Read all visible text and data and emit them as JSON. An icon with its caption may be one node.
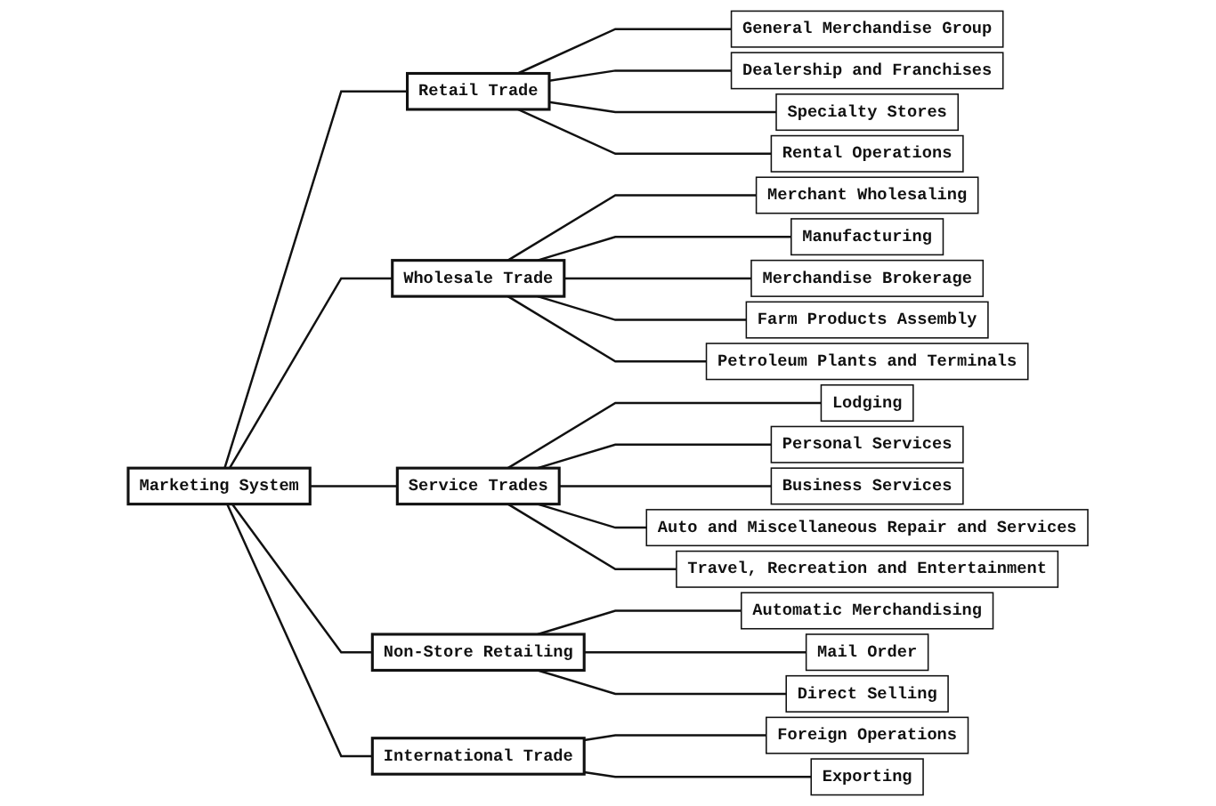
{
  "diagram": {
    "nodes": [
      {
        "text": [
          "Marketing System"
        ]
      },
      {
        "text": [
          "Retail Trade"
        ]
      },
      {
        "text": [
          "General Merchandise Group"
        ]
      },
      {
        "text": [
          "Dealership and Franchises"
        ]
      },
      {
        "text": [
          "Specialty Stores"
        ]
      },
      {
        "text": [
          "Rental Operations"
        ]
      },
      {
        "text": [
          "Wholesale Trade"
        ]
      },
      {
        "text": [
          "Merchant Wholesaling"
        ]
      },
      {
        "text": [
          "Manufacturing"
        ]
      },
      {
        "text": [
          "Merchandise Brokerage"
        ]
      },
      {
        "text": [
          "Farm Products Assembly"
        ]
      },
      {
        "text": [
          "Petroleum Plants and Terminals"
        ]
      },
      {
        "text": [
          "Service Trades"
        ]
      },
      {
        "text": [
          "Lodging"
        ]
      },
      {
        "text": [
          "Personal Services"
        ]
      },
      {
        "text": [
          "Business Services"
        ]
      },
      {
        "text": [
          "Auto and Miscellaneous Repair and Services"
        ]
      },
      {
        "text": [
          "Travel, Recreation and Entertainment"
        ]
      },
      {
        "text": [
          "Non-Store Retailing"
        ]
      },
      {
        "text": [
          "Automatic Merchandising"
        ]
      },
      {
        "text": [
          "Mail Order"
        ]
      },
      {
        "text": [
          "Direct Selling"
        ]
      },
      {
        "text": [
          "International Trade"
        ]
      },
      {
        "text": [
          "Foreign Operations"
        ]
      },
      {
        "text": [
          "Exporting"
        ]
      }
    ],
    "edges": [
      {
        "from": 0,
        "to": 1,
        "arrow": "none"
      },
      {
        "from": 0,
        "to": 6,
        "arrow": "none"
      },
      {
        "from": 0,
        "to": 12,
        "arrow": "none"
      },
      {
        "from": 0,
        "to": 18,
        "arrow": "none"
      },
      {
        "from": 0,
        "to": 22,
        "arrow": "none"
      },
      {
        "from": 1,
        "to": 2,
        "arrow": "none"
      },
      {
        "from": 1,
        "to": 3,
        "arrow": "none"
      },
      {
        "from": 1,
        "to": 4,
        "arrow": "none"
      },
      {
        "from": 1,
        "to": 5,
        "arrow": "none"
      },
      {
        "from": 6,
        "to": 7,
        "arrow": "none"
      },
      {
        "from": 6,
        "to": 8,
        "arrow": "none"
      },
      {
        "from": 6,
        "to": 9,
        "arrow": "none"
      },
      {
        "from": 6,
        "to": 10,
        "arrow": "none"
      },
      {
        "from": 6,
        "to": 11,
        "arrow": "none"
      },
      {
        "from": 12,
        "to": 13,
        "arrow": "none"
      },
      {
        "from": 12,
        "to": 14,
        "arrow": "none"
      },
      {
        "from": 12,
        "to": 15,
        "arrow": "none"
      },
      {
        "from": 12,
        "to": 16,
        "arrow": "none"
      },
      {
        "from": 12,
        "to": 17,
        "arrow": "none"
      },
      {
        "from": 18,
        "to": 19,
        "arrow": "none"
      },
      {
        "from": 18,
        "to": 20,
        "arrow": "none"
      },
      {
        "from": 18,
        "to": 21,
        "arrow": "none"
      },
      {
        "from": 22,
        "to": 23,
        "arrow": "none"
      },
      {
        "from": 22,
        "to": 24,
        "arrow": "none"
      }
    ]
  }
}
